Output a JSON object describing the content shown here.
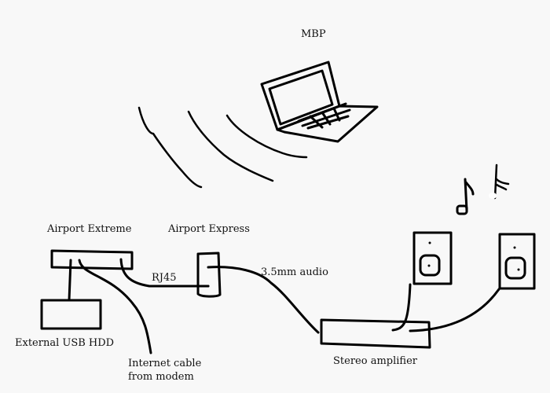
{
  "diagram": {
    "title": "Home network audio setup",
    "nodes": {
      "mbp": {
        "label": "MBP",
        "icon": "laptop-icon"
      },
      "airport_extreme": {
        "label": "Airport Extreme",
        "icon": "router-icon"
      },
      "airport_express": {
        "label": "Airport Express",
        "icon": "wifi-bridge-icon"
      },
      "external_hdd": {
        "label": "External USB HDD",
        "icon": "hard-drive-icon"
      },
      "internet": {
        "label_line1": "Internet cable",
        "label_line2": "from modem"
      },
      "amplifier": {
        "label": "Stereo amplifier",
        "icon": "amplifier-icon"
      },
      "speaker_left": {
        "icon": "speaker-icon"
      },
      "speaker_right": {
        "icon": "speaker-icon"
      }
    },
    "connections": {
      "rj45": {
        "label": "RJ45",
        "from": "Airport Extreme",
        "to": "Airport Express"
      },
      "audio": {
        "label": "3.5mm audio",
        "from": "Airport Express",
        "to": "Stereo amplifier"
      },
      "wireless": {
        "from": "MBP",
        "to": "Airport Express",
        "icon": "wireless-waves-icon"
      }
    },
    "decorations": [
      "music-note-icon",
      "music-note-icon"
    ],
    "colors": {
      "background": "#f8f8f8",
      "ink": "#000000",
      "fill": "#ffffff"
    }
  }
}
